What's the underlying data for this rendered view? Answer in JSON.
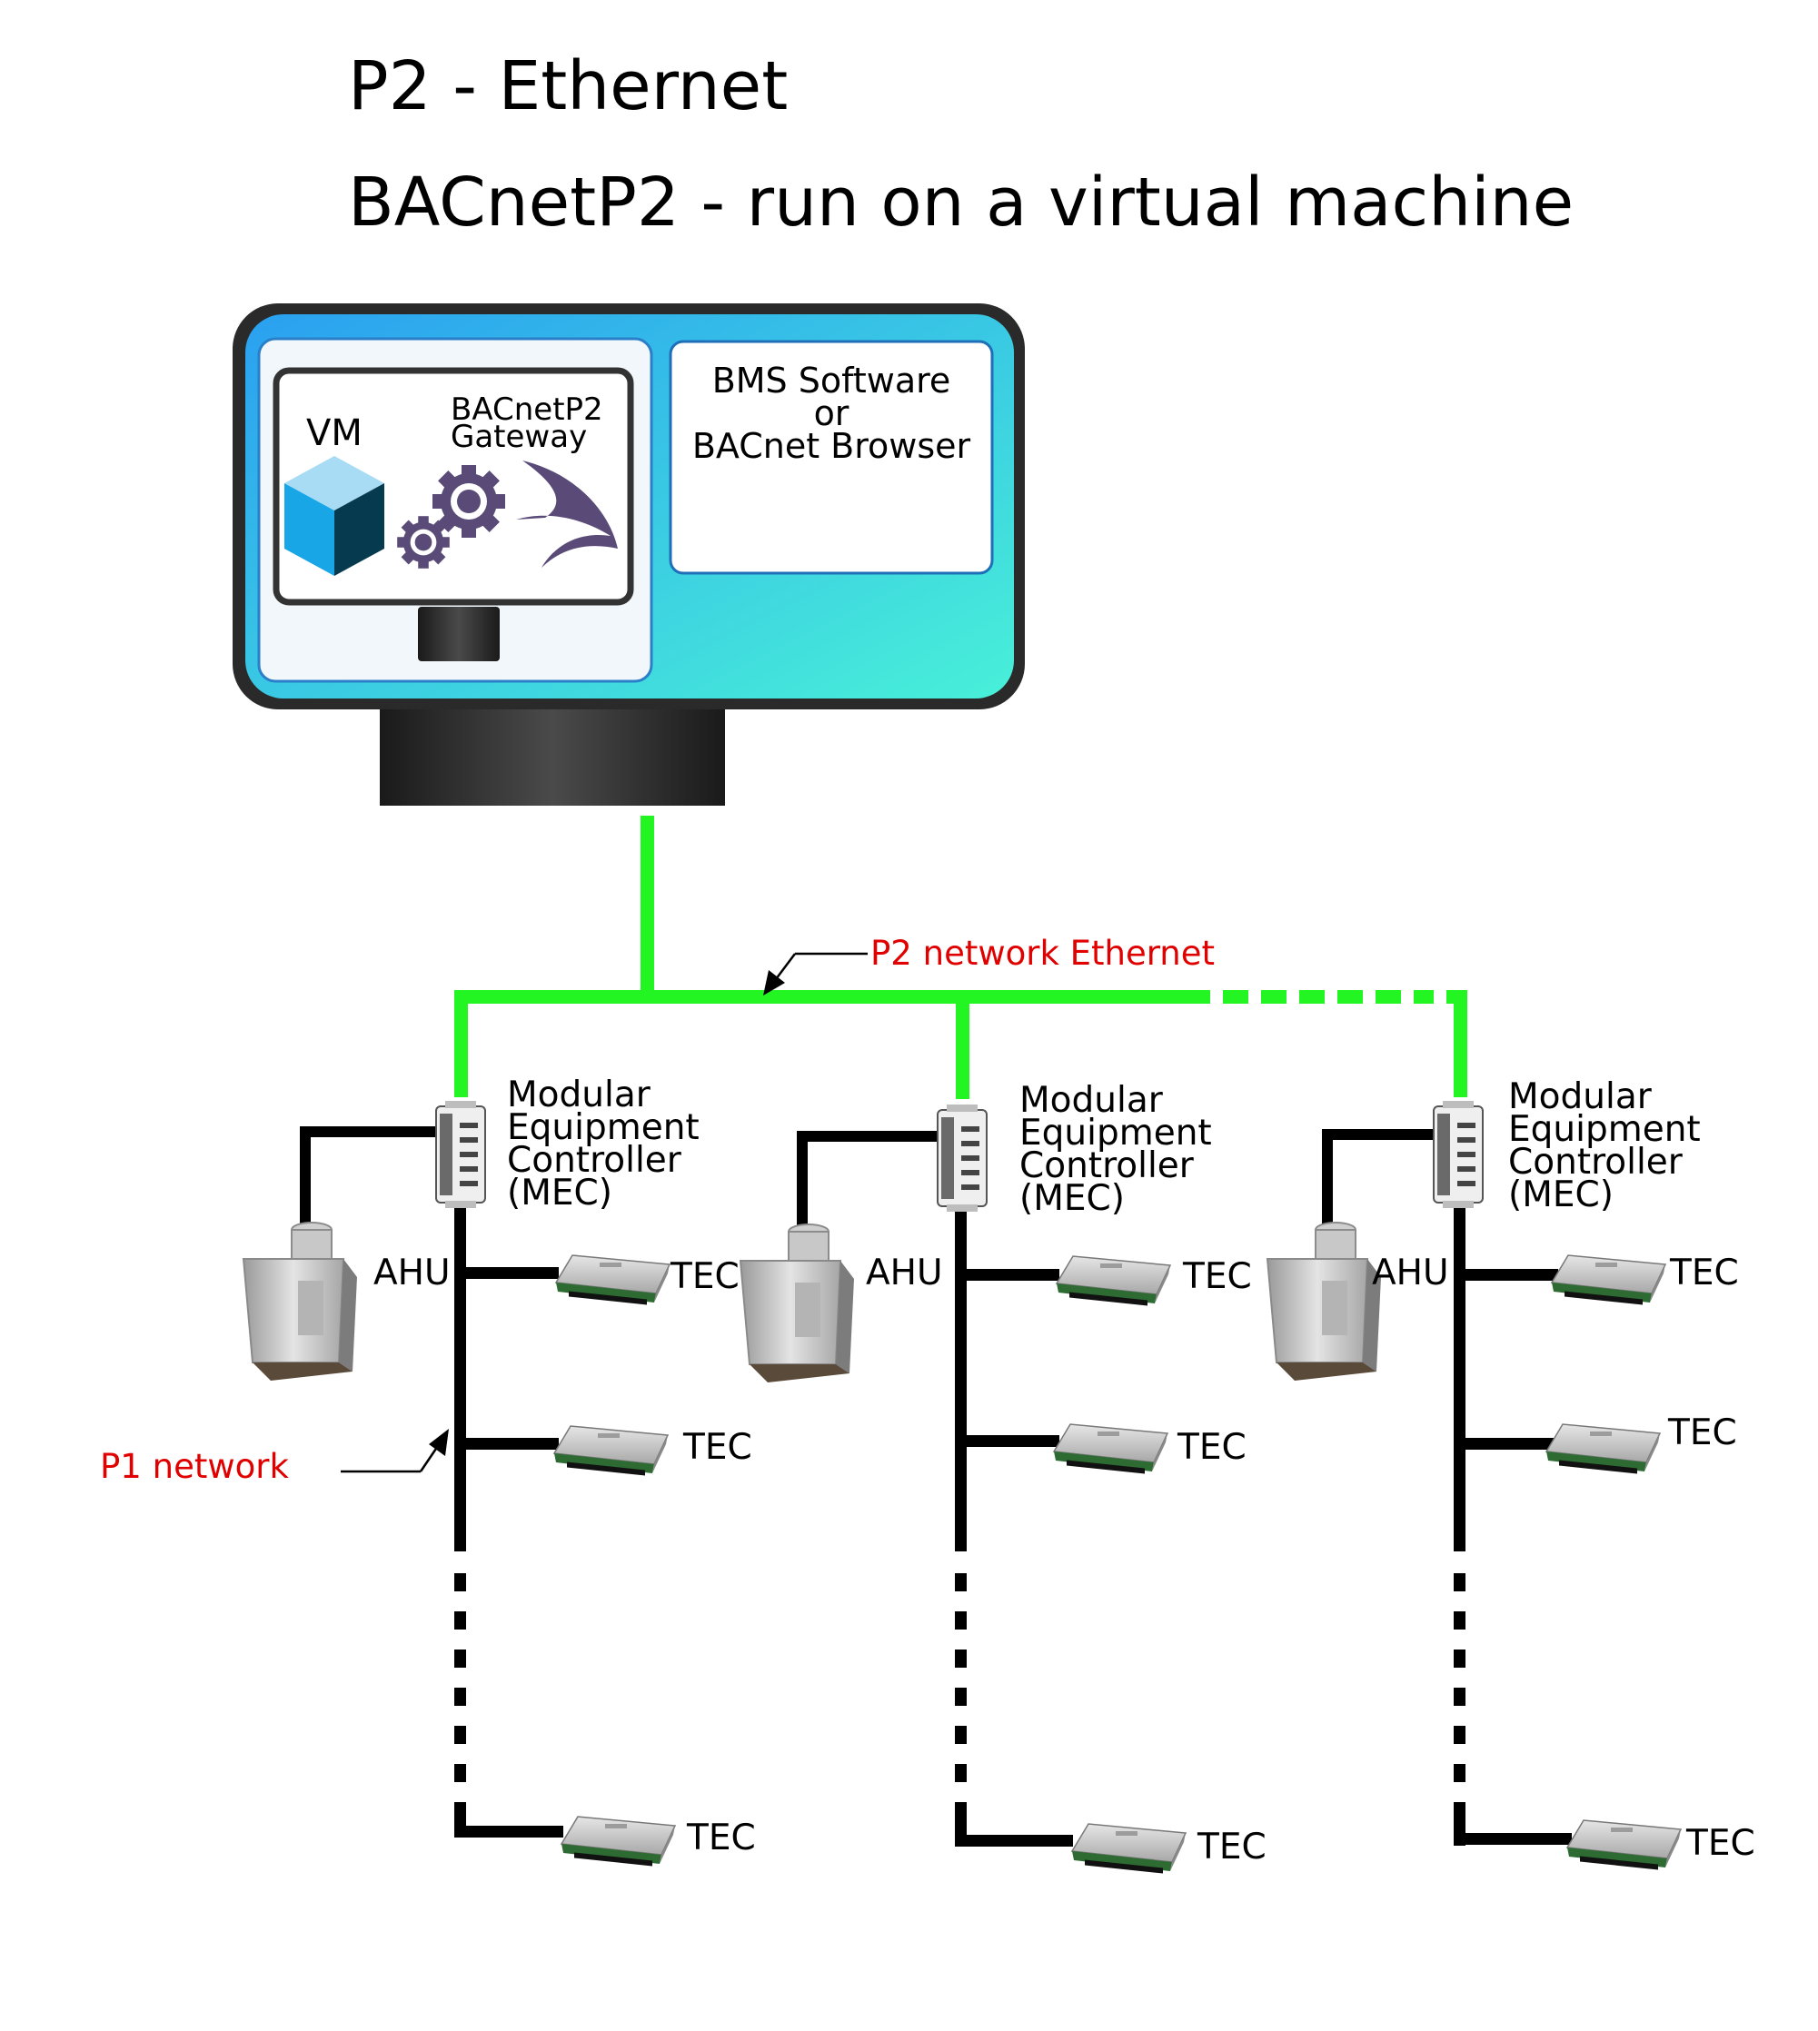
{
  "titles": {
    "line1": "P2 - Ethernet",
    "line2": "BACnetP2 - run on a virtual machine"
  },
  "monitor": {
    "vm_label": "VM",
    "gateway_label_1": "BACnetP2",
    "gateway_label_2": "Gateway",
    "bms_line_1": "BMS Software",
    "bms_line_2": "or",
    "bms_line_3": "BACnet Browser"
  },
  "annotations": {
    "p2": "P2 network Ethernet",
    "p1": "P1 network"
  },
  "mec_lines": [
    "Modular",
    "Equipment",
    "Controller",
    "(MEC)"
  ],
  "ahu_label": "AHU",
  "tec_label": "TEC",
  "colors": {
    "ethernet_line": "#22f522",
    "p1_line": "#000000",
    "annotation_text": "#e00000",
    "screen_gradient_start": "#2aa0f0",
    "screen_gradient_end": "#48f0d8",
    "gear_and_logo": "#5a4a78"
  }
}
